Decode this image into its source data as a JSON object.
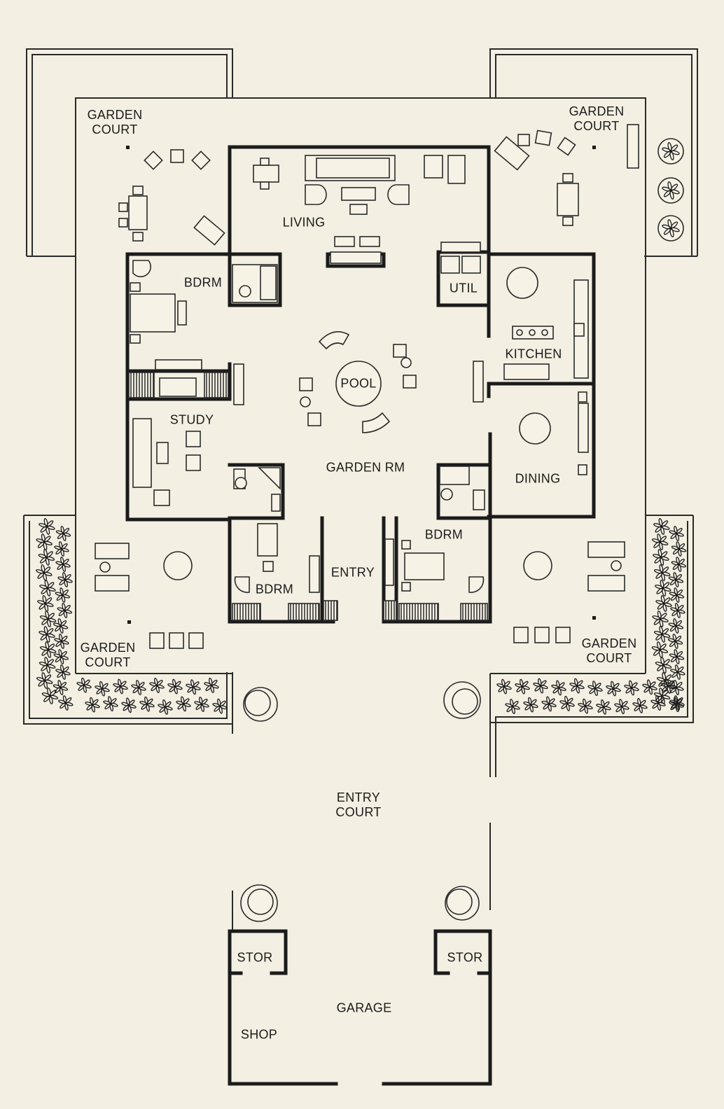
{
  "plan": {
    "rooms": {
      "garden_court_nw": [
        "GARDEN",
        "COURT"
      ],
      "garden_court_ne": [
        "GARDEN",
        "COURT"
      ],
      "garden_court_sw": [
        "GARDEN",
        "COURT"
      ],
      "garden_court_se": [
        "GARDEN",
        "COURT"
      ],
      "living": "LIVING",
      "bdrm_nw": "BDRM",
      "util": "UTIL",
      "kitchen": "KITCHEN",
      "pool": "POOL",
      "study": "STUDY",
      "garden_rm": "GARDEN RM",
      "dining": "DINING",
      "bdrm_sw": "BDRM",
      "entry": "ENTRY",
      "bdrm_se": "BDRM",
      "entry_court": [
        "ENTRY",
        "COURT"
      ],
      "stor_left": "STOR",
      "stor_right": "STOR",
      "garage": "GARAGE",
      "shop": "SHOP"
    },
    "colors": {
      "paper": "#f3efe2",
      "ink": "#1b1b1b"
    }
  }
}
